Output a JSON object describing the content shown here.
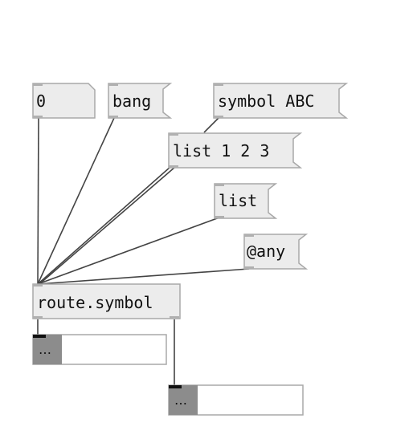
{
  "patch": {
    "objects": {
      "float_box": {
        "label": "0"
      },
      "msg_bang": {
        "label": "bang"
      },
      "msg_symbol": {
        "label": "symbol ABC"
      },
      "msg_list123": {
        "label": "list 1 2 3"
      },
      "msg_list": {
        "label": "list"
      },
      "msg_any": {
        "label": "@any"
      },
      "route": {
        "label": "route.symbol"
      },
      "display_left": {
        "button_label": "…"
      },
      "display_right": {
        "button_label": "…"
      }
    }
  }
}
